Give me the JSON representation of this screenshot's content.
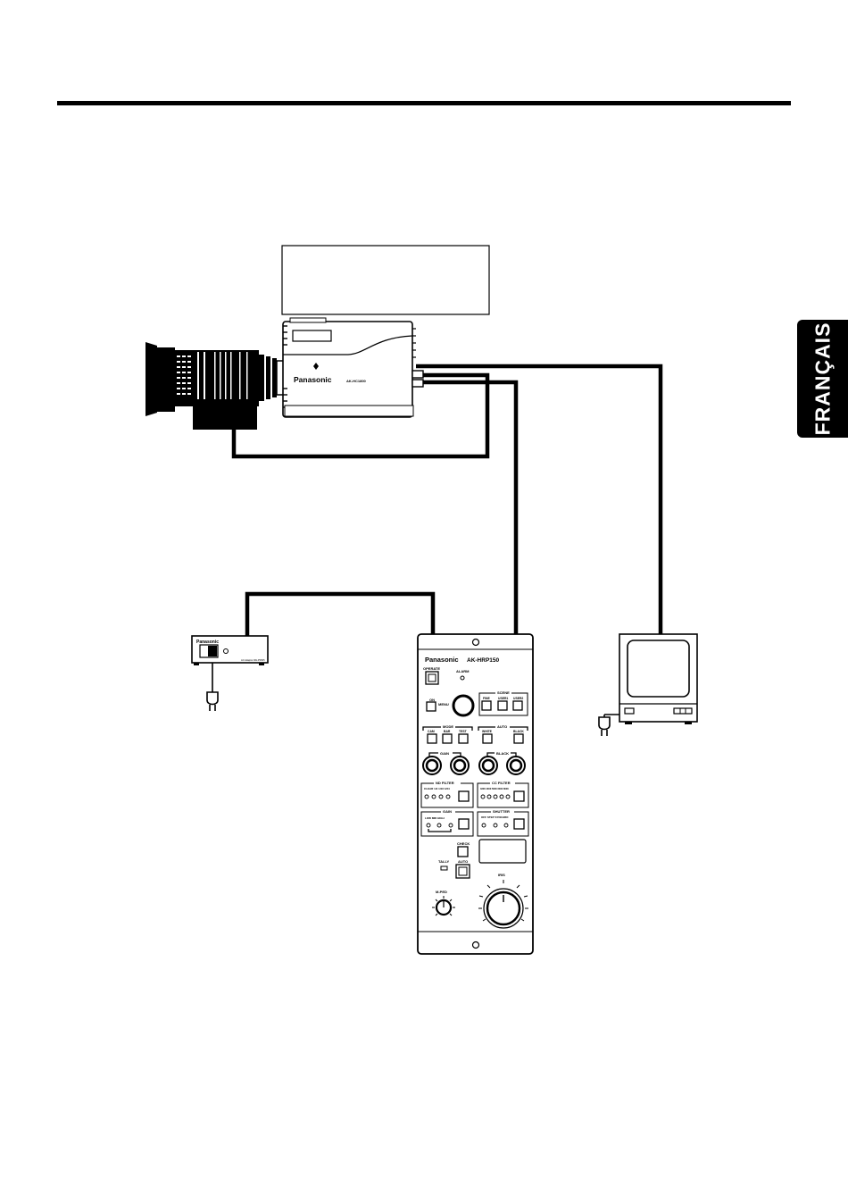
{
  "side_tab": {
    "label": "FRANÇAIS"
  },
  "camera": {
    "brand": "Panasonic",
    "model": "AK-HC1800"
  },
  "ac_adaptor": {
    "brand": "Panasonic",
    "model": "AC Adaptor  AW-PS505"
  },
  "control_panel": {
    "brand": "Panasonic",
    "model": "AK-HRP150",
    "operate": "OPERATE",
    "alarm": "ALARM",
    "on": "ON",
    "menu": "MENU",
    "scene": {
      "title": "SCENE",
      "buttons": [
        "FINE",
        "USER1",
        "USER2"
      ]
    },
    "mode": {
      "title": "MODE",
      "buttons": [
        "CAM",
        "BAR",
        "TEST"
      ]
    },
    "auto": {
      "title": "AUTO",
      "buttons": [
        "WHITE",
        "BLACK"
      ]
    },
    "gain_knobs": "GAIN",
    "black_knobs": "BLACK",
    "nd_filter": {
      "title": "ND FILTER",
      "options": "CLEAR 1/4  1/16  1/64"
    },
    "cc_filter": {
      "title": "CC FILTER",
      "options": "3200 4300 5600 6300 8000"
    },
    "gain_sel": {
      "title": "GAIN",
      "options": "LOW   MID   HIGH"
    },
    "shutter": {
      "title": "SHUTTER",
      "options": "OFF  STEP SYNCHRO"
    },
    "check": "CHECK",
    "tally": "TALLY",
    "auto_btn": "AUTO",
    "mped": "M-PED",
    "iris": "IRIS"
  }
}
